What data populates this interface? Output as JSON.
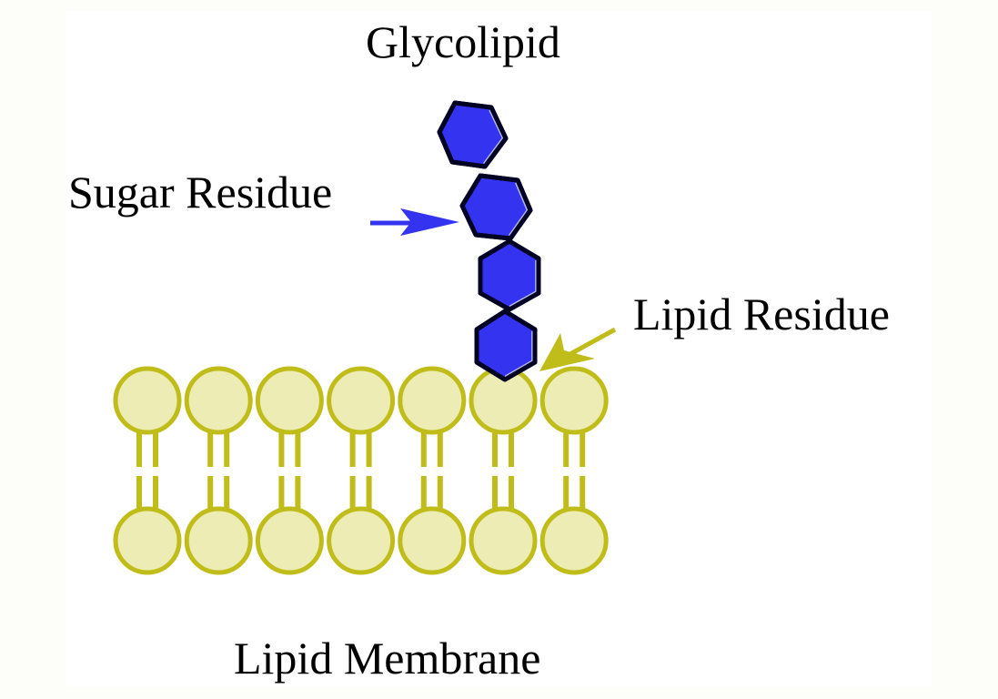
{
  "title": "Glycolipid",
  "labels": {
    "sugar_residue": "Sugar Residue",
    "lipid_residue": "Lipid Residue",
    "lipid_membrane": "Lipid Membrane"
  },
  "membrane": {
    "lipid_pairs": 7
  },
  "sugar_chain": {
    "residue_count": 4
  },
  "colors": {
    "sugar_fill": "#3333f0",
    "sugar_highlight": "#b8b8f4",
    "sugar_outline": "#000022",
    "lipid_fill": "#ececb4",
    "lipid_stroke": "#c0bd1a",
    "sugar_arrow": "#3333f0",
    "lipid_arrow": "#c0bd1a"
  }
}
